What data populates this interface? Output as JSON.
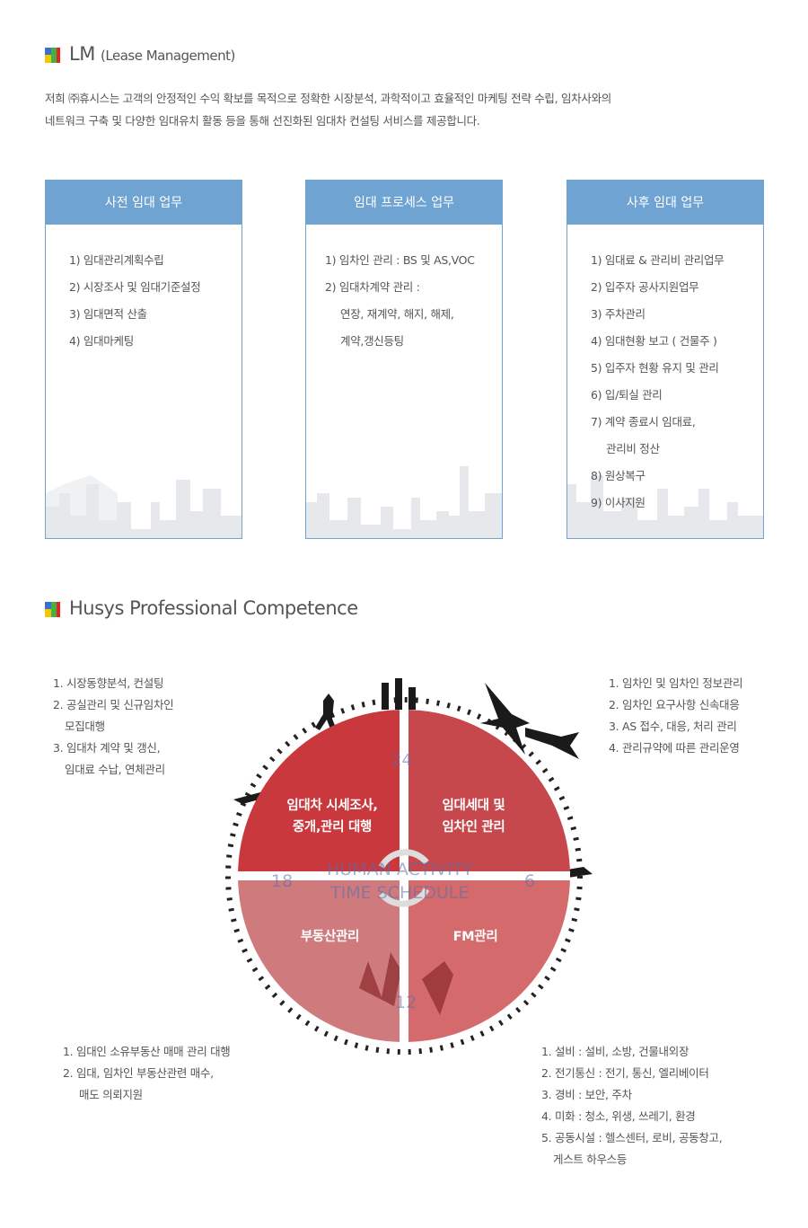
{
  "lm_section": {
    "title": "LM",
    "subtitle": "(Lease Management)",
    "intro_lines": [
      "저희 ㈜휴시스는 고객의 안정적인 수익 확보를 목적으로 정확한 시장분석, 과학적이고 효율적인 마케팅 전략 수립, 임차사와의",
      "네트워크 구축 및 다양한 임대유치 활동 등을 통해 선진화된 임대차 컨설팅 서비스를 제공합니다."
    ],
    "cards": [
      {
        "title": "사전 임대 업무",
        "items": [
          "1) 임대관리계획수립",
          "2) 시장조사 및 임대기준설정",
          "3) 임대면적 산출",
          "4) 임대마케팅"
        ]
      },
      {
        "title": "임대 프로세스 업무",
        "items": [
          "1) 임차인 관리 : BS 및 AS,VOC",
          "2) 임대차계약 관리 :",
          "연장, 재계약, 해지, 해제,",
          "계약,갱신등팅"
        ]
      },
      {
        "title": "사후 임대 업무",
        "items": [
          "1) 임대료 & 관리비 관리업무",
          "2) 입주자 공사지원업무",
          "3) 주차관리",
          "4) 임대현황 보고 ( 건물주 )",
          "5) 입주자 현황 유지 및 관리",
          "6) 입/퇴실 관리",
          "7) 계약 종료시 임대료,",
          "관리비 정산",
          "8) 원상복구",
          "9) 이사지원"
        ]
      }
    ]
  },
  "competence_section": {
    "title": "Husys Professional Competence",
    "quadrants": {
      "top_left": [
        "임대차 시세조사,",
        "중개,관리 대행"
      ],
      "top_right": [
        "임대세대 및",
        "임차인 관리"
      ],
      "bottom_left": "부동산관리",
      "bottom_right": "FM관리"
    },
    "clock": {
      "n24": "24",
      "n6": "6",
      "n12": "12",
      "n18": "18",
      "watermark1": "HUMAN ACTIVITY",
      "watermark2": "TIME SCHEDULE"
    },
    "notes_top_left": [
      "1. 시장동향분석, 컨설팅",
      "2. 공실관리 및 신규임차인",
      "모집대행",
      "3. 임대차 계약 및 갱신,",
      "임대료 수납, 연체관리"
    ],
    "notes_top_right": [
      "1. 임차인 및 임차인 정보관리",
      "2. 임차인 요구사항 신속대응",
      "3. AS 접수, 대응, 처리 관리",
      "4. 관리규약에 따른 관리운영"
    ],
    "notes_bottom_left": [
      "1. 임대인 소유부동산 매매 관리 대행",
      "2. 임대, 임차인 부동산관련 매수,",
      "매도 의뢰지원"
    ],
    "notes_bottom_right": [
      "1. 설비 : 설비, 소방, 건물내외장",
      "2. 전기통신 : 전기, 통신, 엘리베이터",
      "3. 경비 : 보안, 주차",
      "4. 미화 : 청소, 위생, 쓰레기, 환경",
      "5. 공동시설 : 헬스센터, 로비, 공동창고,",
      "게스트 하우스등"
    ]
  },
  "colors": {
    "card_header": "#6fa3d2",
    "quadrant_top": "#c8383c",
    "quadrant_bottom": "#d27272"
  }
}
